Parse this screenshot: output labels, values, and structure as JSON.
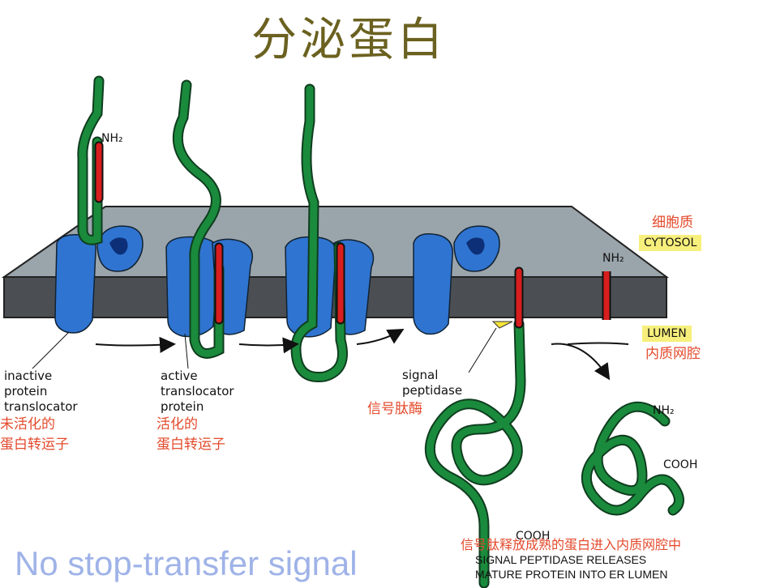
{
  "title": "分泌蛋白",
  "labels": {
    "nh2_left": "NH₂",
    "nh2_right": "NH₂",
    "nh2_protein": "NH₂",
    "cooh_protein": "COOH",
    "cooh_bottom": "COOH",
    "cytosol_cn": "细胞质",
    "cytosol_en": "CYTOSOL",
    "lumen_en": "LUMEN",
    "lumen_cn": "内质网腔",
    "inactive_en": "inactive\nprotein\ntranslocator",
    "inactive_cn": "未活化的\n蛋白转运子",
    "active_en": "active\ntranslocator\nprotein",
    "active_cn": "活化的\n蛋白转运子",
    "peptidase_en": "signal\npeptidase",
    "peptidase_cn": "信号肽酶",
    "release_cn": "信号肽释放成熟的蛋白进入内质网腔中",
    "release_en": "SIGNAL PEPTIDASE RELEASES\nMATURE PROTEIN INTO ER LUMEN"
  },
  "footer": "No stop-transfer signal",
  "colors": {
    "title": "#6b6120",
    "membrane_top": "#9aa4ab",
    "membrane_side": "#4b4f53",
    "translocator": "#2f74d0",
    "protein_chain": "#1a8b3c",
    "signal_sequence": "#d81e1e",
    "chinese_text": "#e34a2c",
    "footer_text": "#9fb3e8",
    "tag_background": "#f7ef7c"
  }
}
